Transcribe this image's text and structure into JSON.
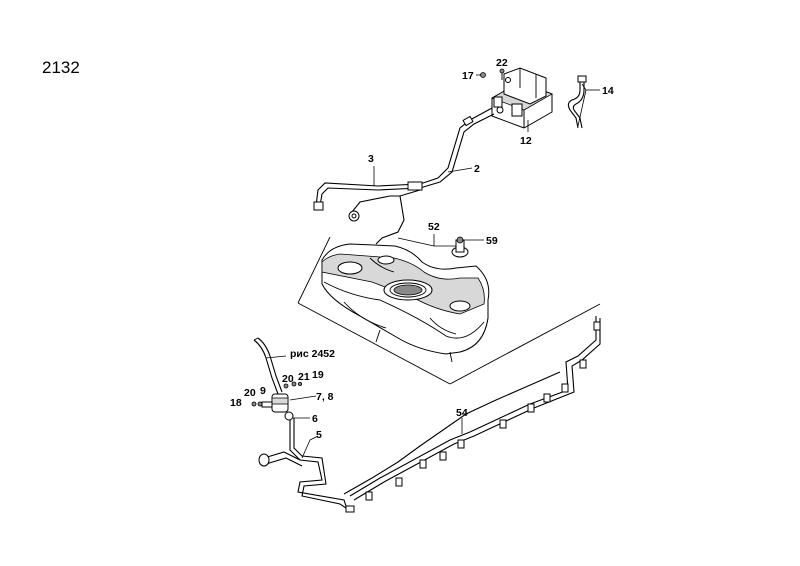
{
  "page_number": "2132",
  "callouts": {
    "c22": "22",
    "c17": "17",
    "c14": "14",
    "c12": "12",
    "c3": "3",
    "c2": "2",
    "c52": "52",
    "c59": "59",
    "c_ref": "рис 2452",
    "c20a": "20",
    "c21": "21",
    "c19": "19",
    "c20b": "20",
    "c9": "9",
    "c78": "7, 8",
    "c18": "18",
    "c6": "6",
    "c5": "5",
    "c54": "54"
  }
}
